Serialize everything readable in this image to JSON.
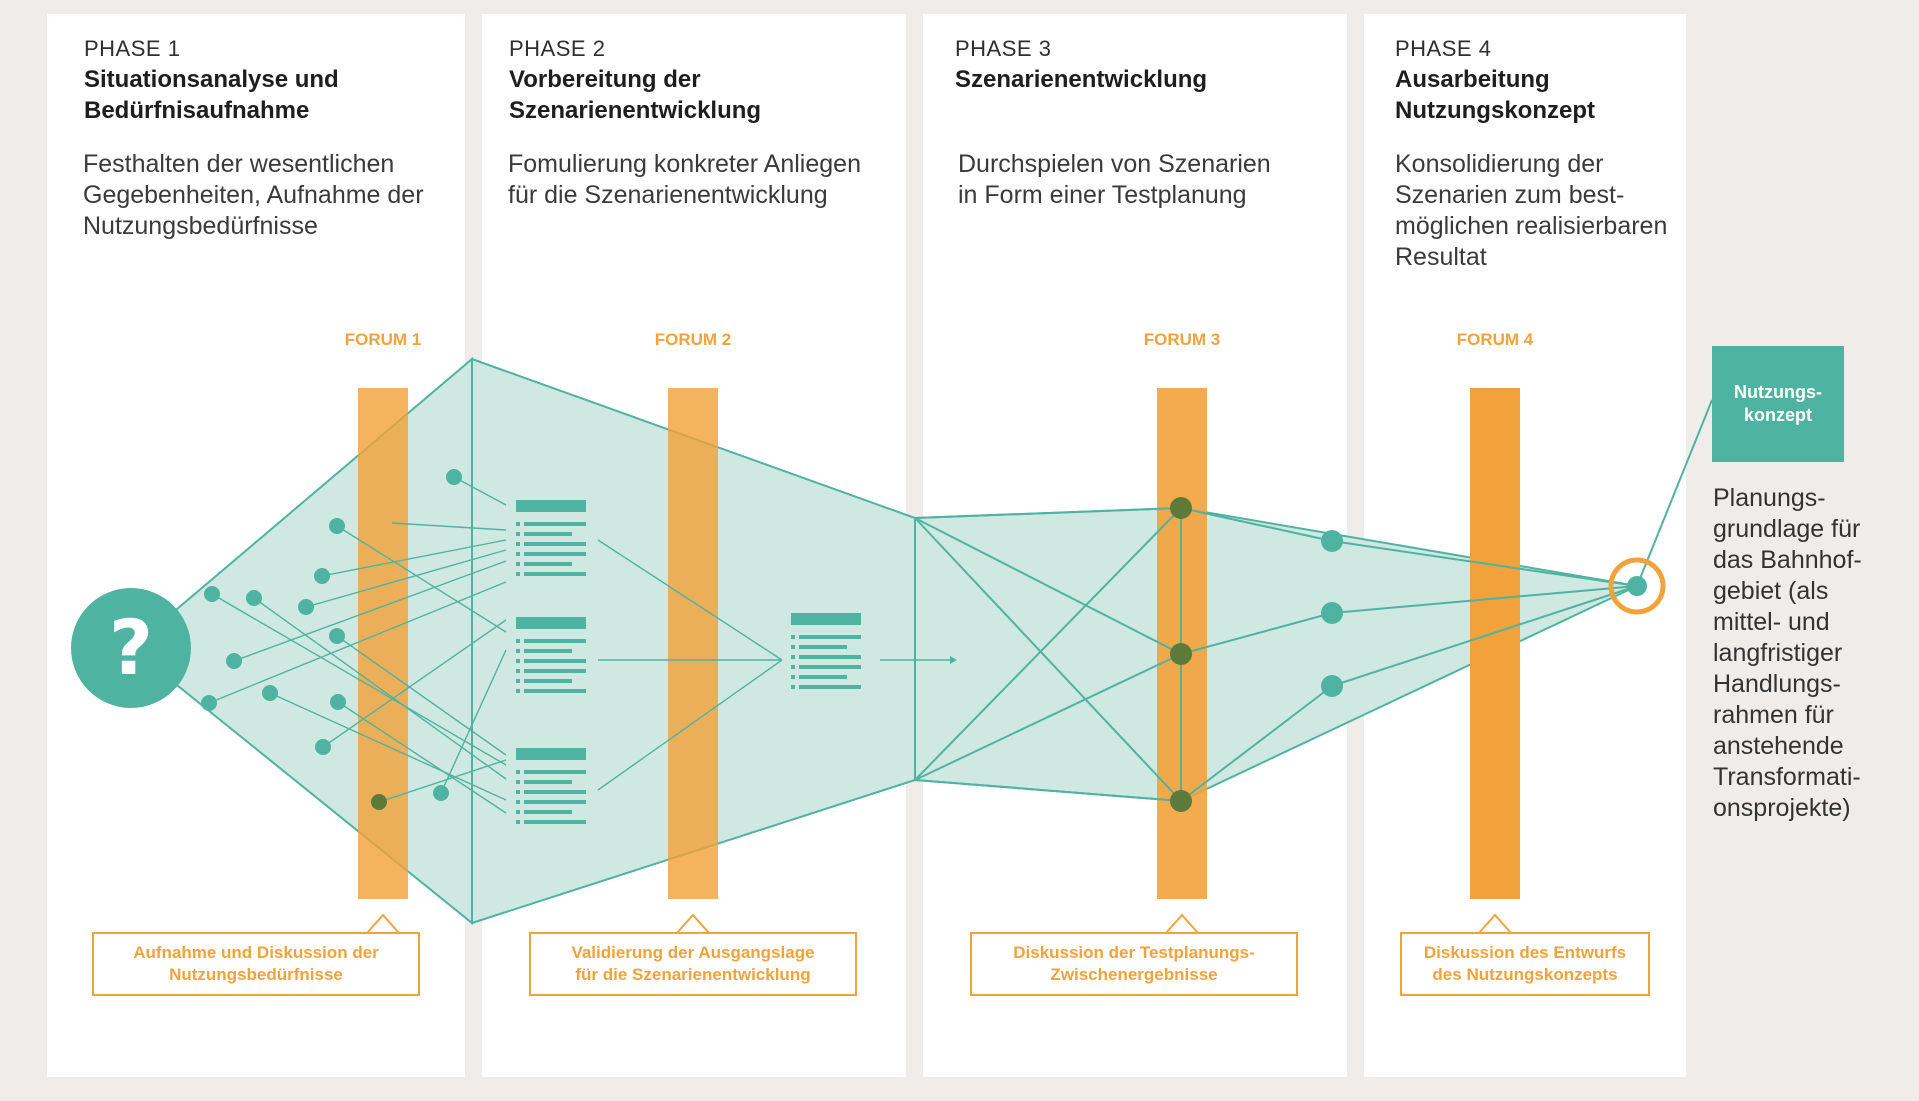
{
  "phases": [
    {
      "num": "PHASE 1",
      "title_line1": "Situationsanalyse und",
      "title_line2": "Bedürfnisaufnahme",
      "desc_lines": [
        "Festhalten der wesentlichen",
        "Gegebenheiten, Aufnahme der",
        "Nutzungsbedürfnisse"
      ],
      "forum": "FORUM 1",
      "callout_lines": [
        "Aufnahme und Diskussion der",
        "Nutzungsbedürfnisse"
      ]
    },
    {
      "num": "PHASE 2",
      "title_line1": "Vorbereitung der",
      "title_line2": "Szenarienentwicklung",
      "desc_lines": [
        "Fomulierung konkreter Anliegen",
        "für die Szenarienentwicklung"
      ],
      "forum": "FORUM 2",
      "callout_lines": [
        "Validierung der Ausgangslage",
        "für die Szenarienentwicklung"
      ]
    },
    {
      "num": "PHASE 3",
      "title_line1": "Szenarienentwicklung",
      "title_line2": "",
      "desc_lines": [
        "Durchspielen von Szenarien",
        "in Form einer Testplanung"
      ],
      "forum": "FORUM 3",
      "callout_lines": [
        "Diskussion der Testplanungs-",
        "Zwischenergebnisse"
      ]
    },
    {
      "num": "PHASE 4",
      "title_line1": "Ausarbeitung",
      "title_line2": "Nutzungskonzept",
      "desc_lines": [
        "Konsolidierung der",
        "Szenarien zum best-",
        "möglichen realisierbaren",
        "Resultat"
      ],
      "forum": "FORUM 4",
      "callout_lines": [
        "Diskussion des Entwurfs",
        "des Nutzungskonzepts"
      ]
    }
  ],
  "start_symbol": "?",
  "result": {
    "box_line1": "Nutzungs-",
    "box_line2": "konzept",
    "desc": "Planungs-\ngrundlage für\ndas Bahnhof-\ngebiet (als\nmittel- und\nlangfristiger\nHandlungs-\nrahmen für\nanstehende\nTransformati-\nonsprojekte)"
  },
  "colors": {
    "teal": "#4fb3a1",
    "teal_fill": "#cfe8e1",
    "orange": "#f2a23a",
    "dark_node": "#5e7a3a",
    "background": "#efecea"
  }
}
